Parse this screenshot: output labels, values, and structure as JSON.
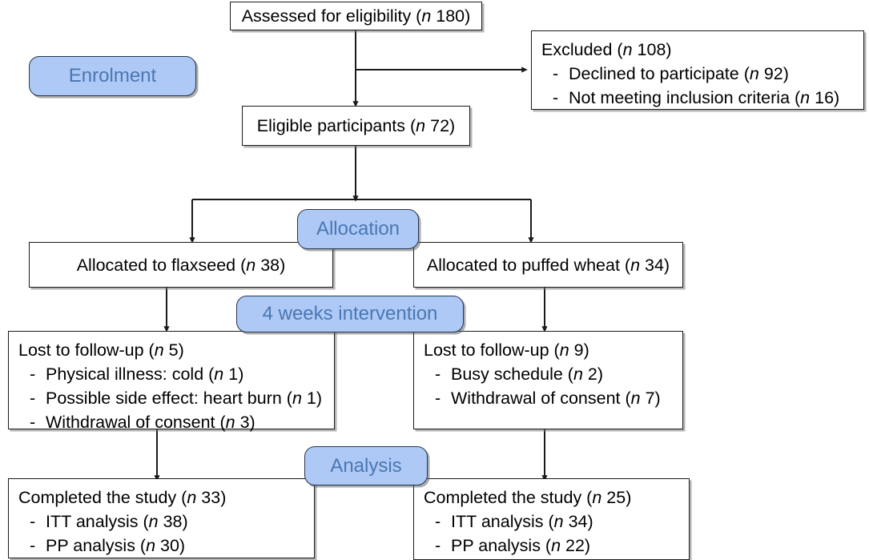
{
  "diagram": {
    "title": "CONSORT participant flow diagram",
    "colors": {
      "badge_fill": "#aec9f5",
      "badge_border": "#26364f",
      "badge_text": "#4a77b4",
      "box_border": "#1a1a1a",
      "box_fill": "#ffffff",
      "connector": "#1a1a1a"
    }
  },
  "stage_badges": [
    {
      "id": "enrolment",
      "label": "Enrolment"
    },
    {
      "id": "allocation",
      "label": "Allocation"
    },
    {
      "id": "intervention",
      "label": "4 weeks intervention"
    },
    {
      "id": "analysis",
      "label": "Analysis"
    }
  ],
  "boxes": {
    "assessed": {
      "lines": [
        {
          "text": "Assessed for eligibility (",
          "n": "n",
          "tail": " 180)"
        }
      ]
    },
    "excluded": {
      "lines": [
        {
          "text": "Excluded (",
          "n": "n",
          "tail": " 108)",
          "sub": false
        },
        {
          "text": "Declined to participate (",
          "n": "n",
          "tail": " 92)",
          "sub": true
        },
        {
          "text": "Not meeting inclusion criteria (",
          "n": "n",
          "tail": " 16)",
          "sub": true
        }
      ]
    },
    "eligible": {
      "lines": [
        {
          "text": "Eligible participants (",
          "n": "n",
          "tail": " 72)"
        }
      ]
    },
    "alloc_left": {
      "lines": [
        {
          "text": "Allocated to flaxseed (",
          "n": "n",
          "tail": " 38)"
        }
      ]
    },
    "alloc_right": {
      "lines": [
        {
          "text": "Allocated to puffed wheat (",
          "n": "n",
          "tail": " 34)"
        }
      ]
    },
    "lost_left": {
      "lines": [
        {
          "text": "Lost to follow-up (",
          "n": "n",
          "tail": " 5)",
          "sub": false
        },
        {
          "text": "Physical illness: cold (",
          "n": "n",
          "tail": " 1)",
          "sub": true
        },
        {
          "text": "Possible side effect: heart burn (",
          "n": "n",
          "tail": " 1)",
          "sub": true
        },
        {
          "text": "Withdrawal of consent (",
          "n": "n",
          "tail": " 3)",
          "sub": true
        }
      ]
    },
    "lost_right": {
      "lines": [
        {
          "text": "Lost to follow-up (",
          "n": "n",
          "tail": " 9)",
          "sub": false
        },
        {
          "text": "Busy schedule (",
          "n": "n",
          "tail": " 2)",
          "sub": true
        },
        {
          "text": "Withdrawal of consent (",
          "n": "n",
          "tail": " 7)",
          "sub": true
        }
      ]
    },
    "completed_left": {
      "lines": [
        {
          "text": "Completed the study (",
          "n": "n",
          "tail": " 33)",
          "sub": false
        },
        {
          "text": "ITT analysis (",
          "n": "n",
          "tail": " 38)",
          "sub": true
        },
        {
          "text": "PP analysis (",
          "n": "n",
          "tail": " 30)",
          "sub": true
        }
      ]
    },
    "completed_right": {
      "lines": [
        {
          "text": "Completed the study (",
          "n": "n",
          "tail": " 25)",
          "sub": false
        },
        {
          "text": "ITT analysis (",
          "n": "n",
          "tail": " 34)",
          "sub": true
        },
        {
          "text": "PP analysis (",
          "n": "n",
          "tail": " 22)",
          "sub": true
        }
      ]
    }
  },
  "flow_counts": {
    "assessed_for_eligibility": 180,
    "excluded_total": 108,
    "excluded_declined": 92,
    "excluded_not_meeting_criteria": 16,
    "eligible_participants": 72,
    "allocated_flaxseed": 38,
    "allocated_puffed_wheat": 34,
    "lost_flaxseed_total": 5,
    "lost_flaxseed_illness_cold": 1,
    "lost_flaxseed_side_effect_heartburn": 1,
    "lost_flaxseed_withdrawal": 3,
    "lost_puffed_wheat_total": 9,
    "lost_puffed_wheat_busy": 2,
    "lost_puffed_wheat_withdrawal": 7,
    "completed_flaxseed": 33,
    "completed_flaxseed_itt": 38,
    "completed_flaxseed_pp": 30,
    "completed_puffed_wheat": 25,
    "completed_puffed_wheat_itt": 34,
    "completed_puffed_wheat_pp": 22
  }
}
